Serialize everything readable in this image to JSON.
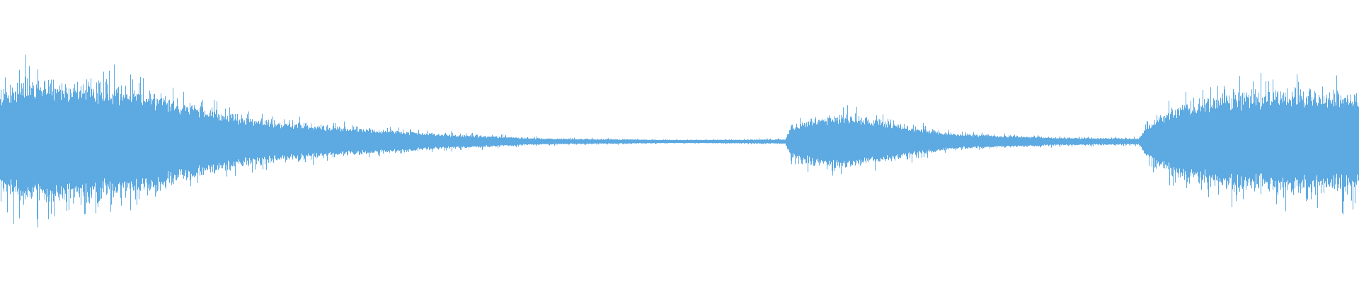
{
  "waveform": {
    "color": "#5DA9E1",
    "background": "#FFFFFF",
    "envelope": [
      {
        "t": 0.0,
        "a": 0.68
      },
      {
        "t": 0.02,
        "a": 0.78
      },
      {
        "t": 0.06,
        "a": 0.74
      },
      {
        "t": 0.11,
        "a": 0.62
      },
      {
        "t": 0.14,
        "a": 0.46
      },
      {
        "t": 0.18,
        "a": 0.3
      },
      {
        "t": 0.25,
        "a": 0.18
      },
      {
        "t": 0.33,
        "a": 0.09
      },
      {
        "t": 0.4,
        "a": 0.04
      },
      {
        "t": 0.5,
        "a": 0.02
      },
      {
        "t": 0.578,
        "a": 0.03
      },
      {
        "t": 0.582,
        "a": 0.2
      },
      {
        "t": 0.6,
        "a": 0.3
      },
      {
        "t": 0.625,
        "a": 0.33
      },
      {
        "t": 0.65,
        "a": 0.25
      },
      {
        "t": 0.7,
        "a": 0.1
      },
      {
        "t": 0.78,
        "a": 0.05
      },
      {
        "t": 0.838,
        "a": 0.04
      },
      {
        "t": 0.846,
        "a": 0.24
      },
      {
        "t": 0.87,
        "a": 0.48
      },
      {
        "t": 0.9,
        "a": 0.6
      },
      {
        "t": 0.95,
        "a": 0.64
      },
      {
        "t": 1.0,
        "a": 0.62
      }
    ]
  }
}
